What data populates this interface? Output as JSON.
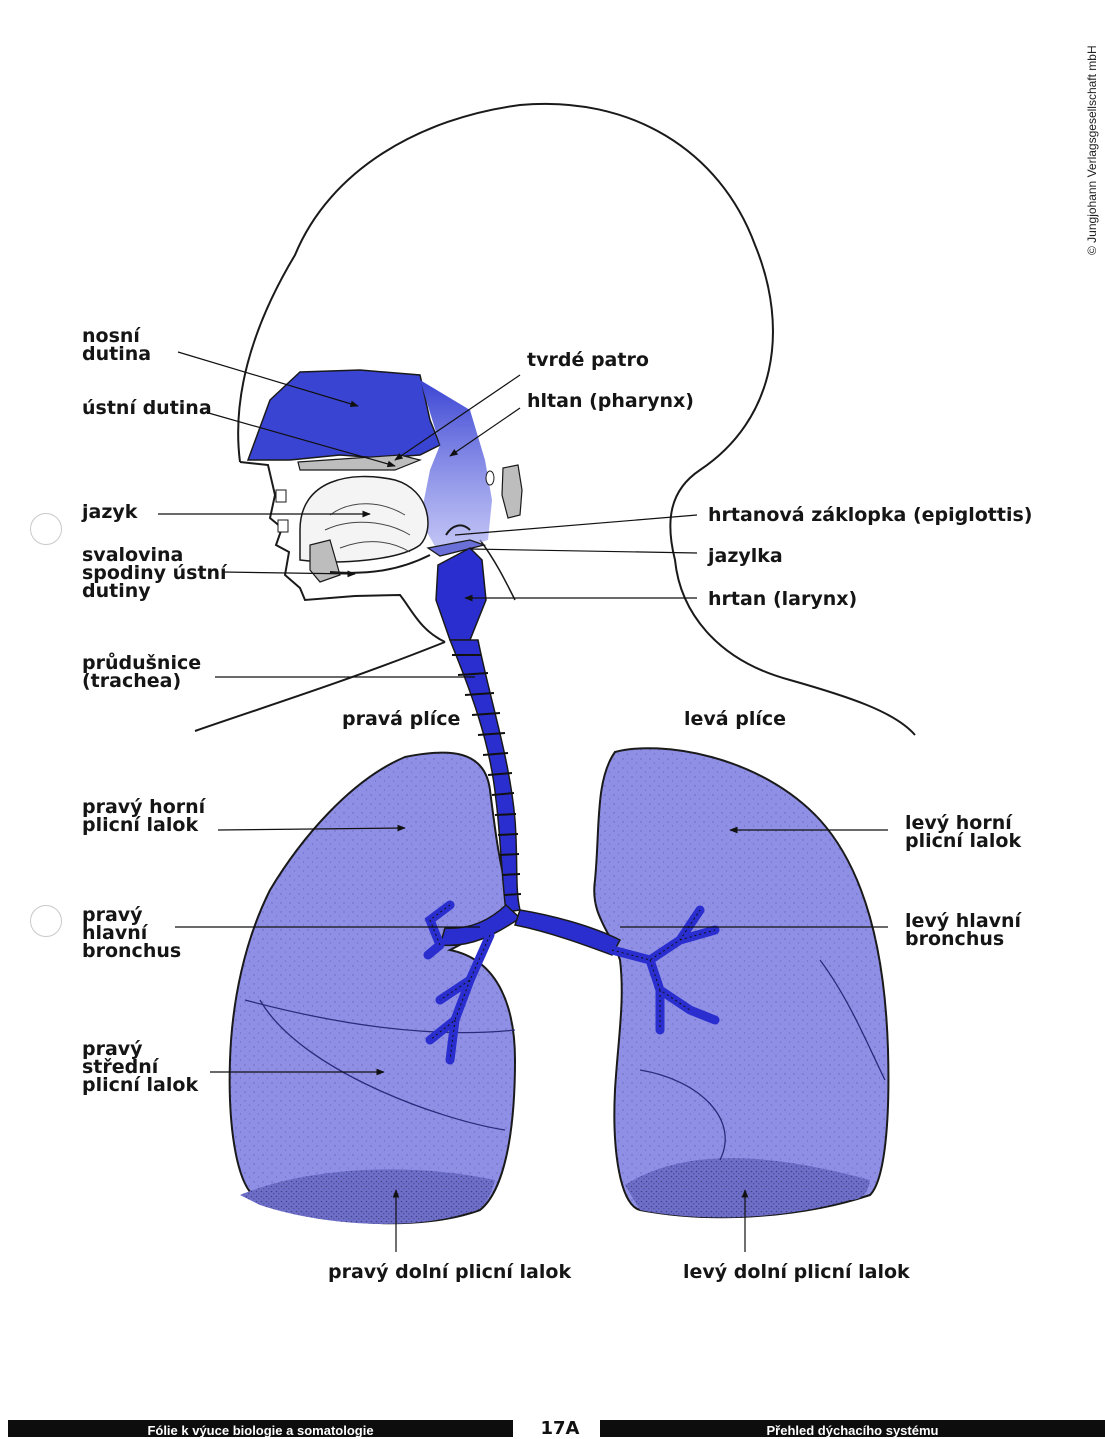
{
  "colors": {
    "lung_fill": "#8f8fe6",
    "airway_fill": "#2a2ecf",
    "cavity_fill": "#3a44d3",
    "outline": "#1a1a1a",
    "footer_bar": "#0d0d0d"
  },
  "copyright": "© Jungjohann Verlagsgesellschaft mbH",
  "labels": {
    "nosni_dutina": [
      "nosní",
      "dutina"
    ],
    "ustni_dutina": [
      "ústní dutina"
    ],
    "jazyk": [
      "jazyk"
    ],
    "svalovina": [
      "svalovina",
      "spodiny ústní",
      "dutiny"
    ],
    "prudusnice": [
      "průdušnice",
      "(trachea)"
    ],
    "tvrde_patro": [
      "tvrdé patro"
    ],
    "hltan": [
      "hltan (pharynx)"
    ],
    "epiglottis": [
      "hrtanová záklopka (epiglottis)"
    ],
    "jazylka": [
      "jazylka"
    ],
    "hrtan": [
      "hrtan (larynx)"
    ],
    "prava_plice": [
      "pravá plíce"
    ],
    "leva_plice": [
      "levá plíce"
    ],
    "pravy_horni": [
      "pravý horní",
      "plicní lalok"
    ],
    "pravy_hlavni": [
      "pravý",
      "hlavní",
      "bronchus"
    ],
    "pravy_stredni": [
      "pravý",
      "střední",
      "plicní  lalok"
    ],
    "pravy_dolni": [
      "pravý  dolní  plicní lalok"
    ],
    "levy_horni": [
      "levý horní",
      "plicní lalok"
    ],
    "levy_hlavni": [
      "levý hlavní",
      "bronchus"
    ],
    "levy_dolni": [
      "levý dolní plicní lalok"
    ]
  },
  "footer": {
    "left": "Fólie k výuce biologie a somatologie",
    "page": "17A",
    "right": "Přehled dýchacího systému"
  }
}
